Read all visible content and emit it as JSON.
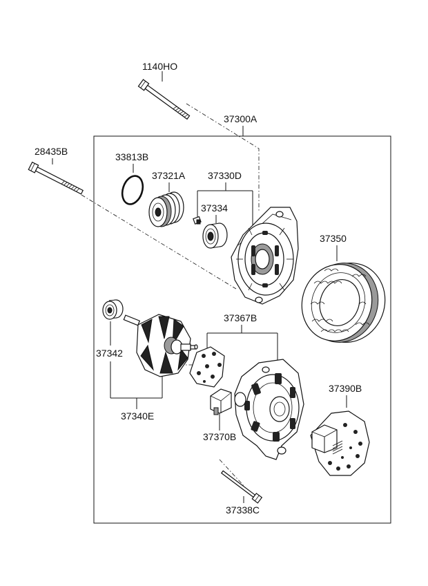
{
  "labels": {
    "bolt_top": "1140HO",
    "assembly": "37300A",
    "bolt_left": "28435B",
    "o_ring": "33813B",
    "pulley": "37321A",
    "front_housing": "37330D",
    "front_bearing": "37334",
    "stator": "37350",
    "rear_bearing": "37342",
    "rear_bracket": "37367B",
    "rotor": "37340E",
    "regulator": "37370B",
    "rear_cover": "37390B",
    "through_bolt": "37338C"
  },
  "colors": {
    "line": "#111111",
    "background": "#ffffff",
    "shade": "#9a9a9a"
  }
}
